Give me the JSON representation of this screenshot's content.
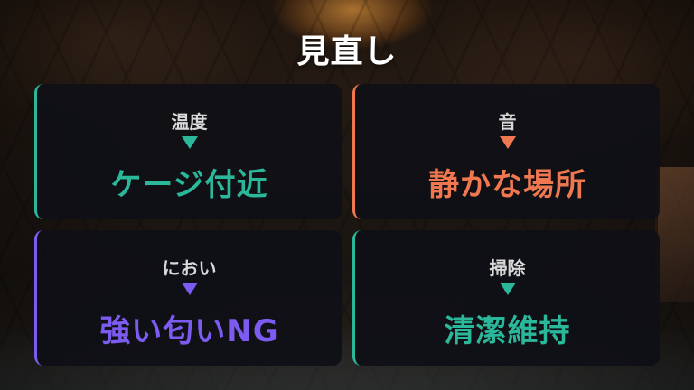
{
  "title": "見直し",
  "colors": {
    "teal": "#2bb89a",
    "orange": "#f07850",
    "purple": "#7c5cf0",
    "card_bg": "#0e1016",
    "title": "#ffffff"
  },
  "cards": [
    {
      "label": "温度",
      "arrow_icon": "down-triangle-icon",
      "value": "ケージ付近",
      "accent": "#2bb89a"
    },
    {
      "label": "音",
      "arrow_icon": "down-triangle-icon",
      "value": "静かな場所",
      "accent": "#f07850"
    },
    {
      "label": "におい",
      "arrow_icon": "down-triangle-icon",
      "value": "強い匂いNG",
      "accent": "#7c5cf0"
    },
    {
      "label": "掃除",
      "arrow_icon": "down-triangle-icon",
      "value": "清潔維持",
      "accent": "#2bb89a"
    }
  ]
}
